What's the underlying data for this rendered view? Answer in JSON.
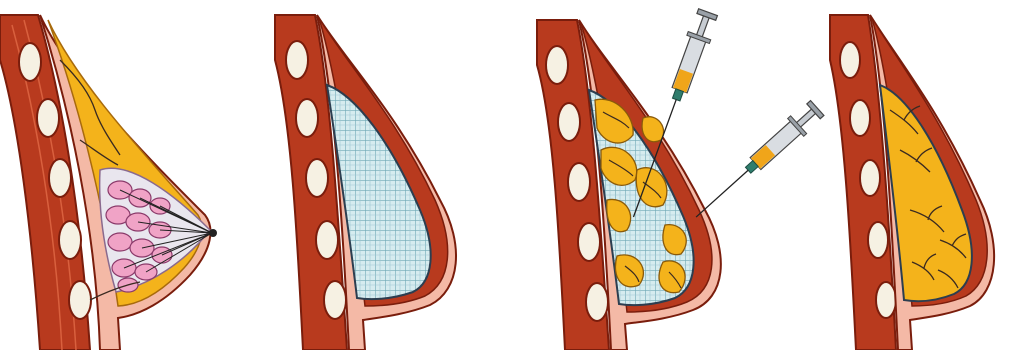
{
  "figure": {
    "panels": [
      {
        "id": "natural-breast",
        "content": [
          "ribs",
          "chest-muscle",
          "fat-layer",
          "mammary-glands",
          "milk-ducts",
          "nipple"
        ]
      },
      {
        "id": "tissue-expander",
        "content": [
          "ribs",
          "chest-muscle",
          "mesh-expander",
          "skin-flap"
        ]
      },
      {
        "id": "fat-grafting",
        "content": [
          "ribs",
          "chest-muscle",
          "mesh-expander",
          "fat-grafts",
          "syringe",
          "syringe"
        ]
      },
      {
        "id": "reconstructed-breast",
        "content": [
          "ribs",
          "chest-muscle",
          "grafted-fat",
          "blood-vessels",
          "skin-flap"
        ]
      }
    ],
    "colors": {
      "muscle": "#b83a1e",
      "muscle_dark": "#7a1d0c",
      "skin": "#f4b9a6",
      "fat": "#f4b31b",
      "rib": "#f6f1e3",
      "mesh": "#d6ecef",
      "mesh_line": "#6fa8b6",
      "gland": "#f0a3c6",
      "vessel": "#3a2a20",
      "syringe_barrel": "#d9dde2",
      "syringe_fat": "#f0a51a",
      "needle_hub": "#2f7d6d"
    }
  }
}
